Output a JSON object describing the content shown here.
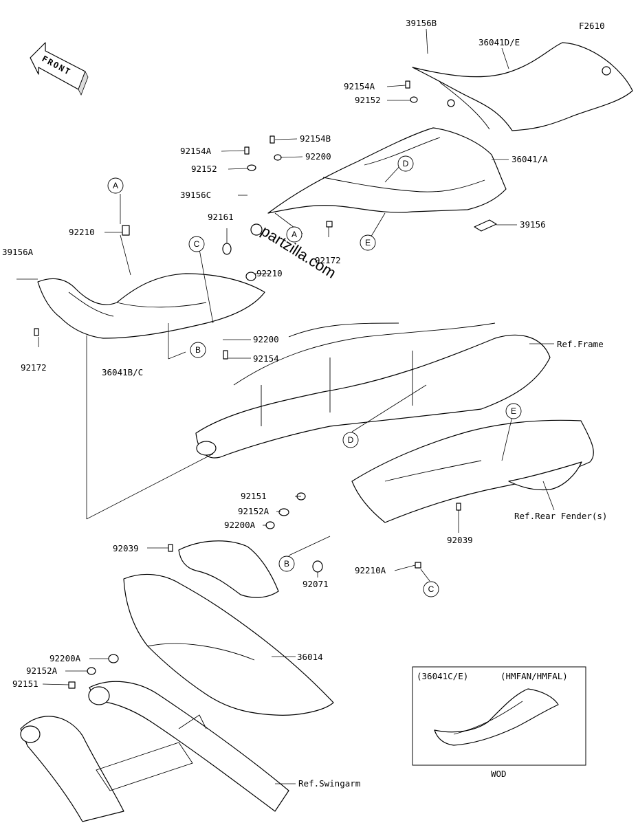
{
  "figure_code": "F2610",
  "front_arrow_text": "FRONT",
  "watermark": "partzilla.com",
  "callout_letters": [
    "A",
    "B",
    "C",
    "D",
    "E"
  ],
  "parts": {
    "p39156B": "39156B",
    "p36041DE": "36041D/E",
    "p92154A_top": "92154A",
    "p92152_top": "92152",
    "p92154B": "92154B",
    "p92200_mid": "92200",
    "p92154A_mid": "92154A",
    "p92152_mid": "92152",
    "p39156C": "39156C",
    "p92161": "92161",
    "p36041A": "36041/A",
    "p39156": "39156",
    "p92172_mid": "92172",
    "p92210": "92210",
    "p39156A": "39156A",
    "p92210_callout": "92210",
    "p92172_left": "92172",
    "p36041BC": "36041B/C",
    "p92200_low": "92200",
    "p92154": "92154",
    "p92151_a": "92151",
    "p92152A_a": "92152A",
    "p92200A_a": "92200A",
    "p92039_left": "92039",
    "p92071": "92071",
    "p92210A": "92210A",
    "p92039_right": "92039",
    "p36014": "36014",
    "p92200A_b": "92200A",
    "p92152A_b": "92152A",
    "p92151_b": "92151"
  },
  "references": {
    "frame": "Ref.Frame",
    "rear_fender": "Ref.Rear Fender(s)",
    "swingarm": "Ref.Swingarm"
  },
  "inset": {
    "left_label": "(36041C/E)",
    "right_label": "(HMFAN/HMFAL)",
    "caption": "WOD"
  }
}
